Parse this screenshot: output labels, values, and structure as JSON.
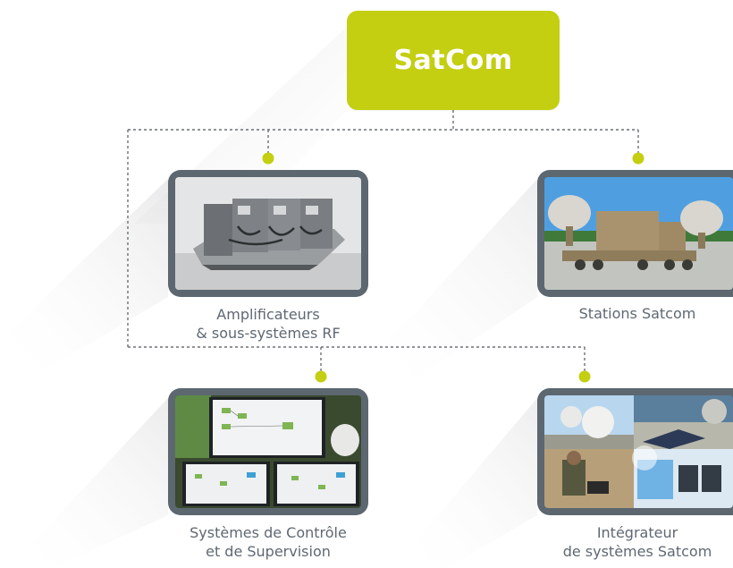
{
  "diagram": {
    "title": "SatCom",
    "colors": {
      "accent": "#c3cf10",
      "frame": "#5c6770",
      "caption_text": "#5f6872",
      "connector": "#6b7075"
    },
    "nodes": [
      {
        "id": "amp",
        "lines": [
          "Amplificateurs",
          "& sous-systèmes RF"
        ],
        "image": "rf-amplifier-cabinet-photo"
      },
      {
        "id": "stat",
        "lines": [
          "Stations Satcom"
        ],
        "image": "military-satellite-trucks-photo"
      },
      {
        "id": "sys",
        "lines": [
          "Systèmes de Contrôle",
          "et de Supervision"
        ],
        "image": "control-monitoring-screens-photo"
      },
      {
        "id": "int",
        "lines": [
          "Intégrateur",
          "de systèmes Satcom"
        ],
        "image": "satcom-integration-collage-photo"
      }
    ]
  }
}
